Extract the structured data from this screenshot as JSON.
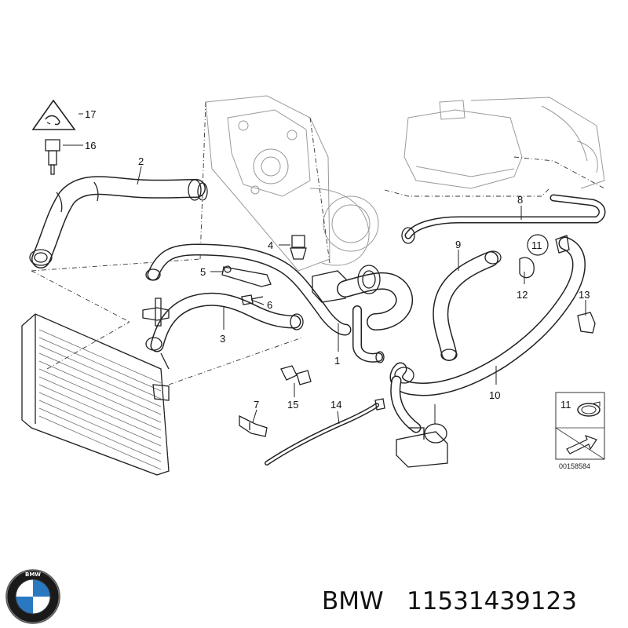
{
  "diagram": {
    "callouts": {
      "c1": "1",
      "c2": "2",
      "c3": "3",
      "c4": "4",
      "c5": "5",
      "c6": "6",
      "c7": "7",
      "c8": "8",
      "c9": "9",
      "c10": "10",
      "c11": "11",
      "c12": "12",
      "c13": "13",
      "c14": "14",
      "c15": "15",
      "c16": "16",
      "c17": "17"
    },
    "inset": {
      "callout": "11",
      "drawing_number": "00158584"
    }
  },
  "logo": {
    "letters": "BMW"
  },
  "caption": {
    "brand": "BMW",
    "part_number": "11531439123"
  }
}
